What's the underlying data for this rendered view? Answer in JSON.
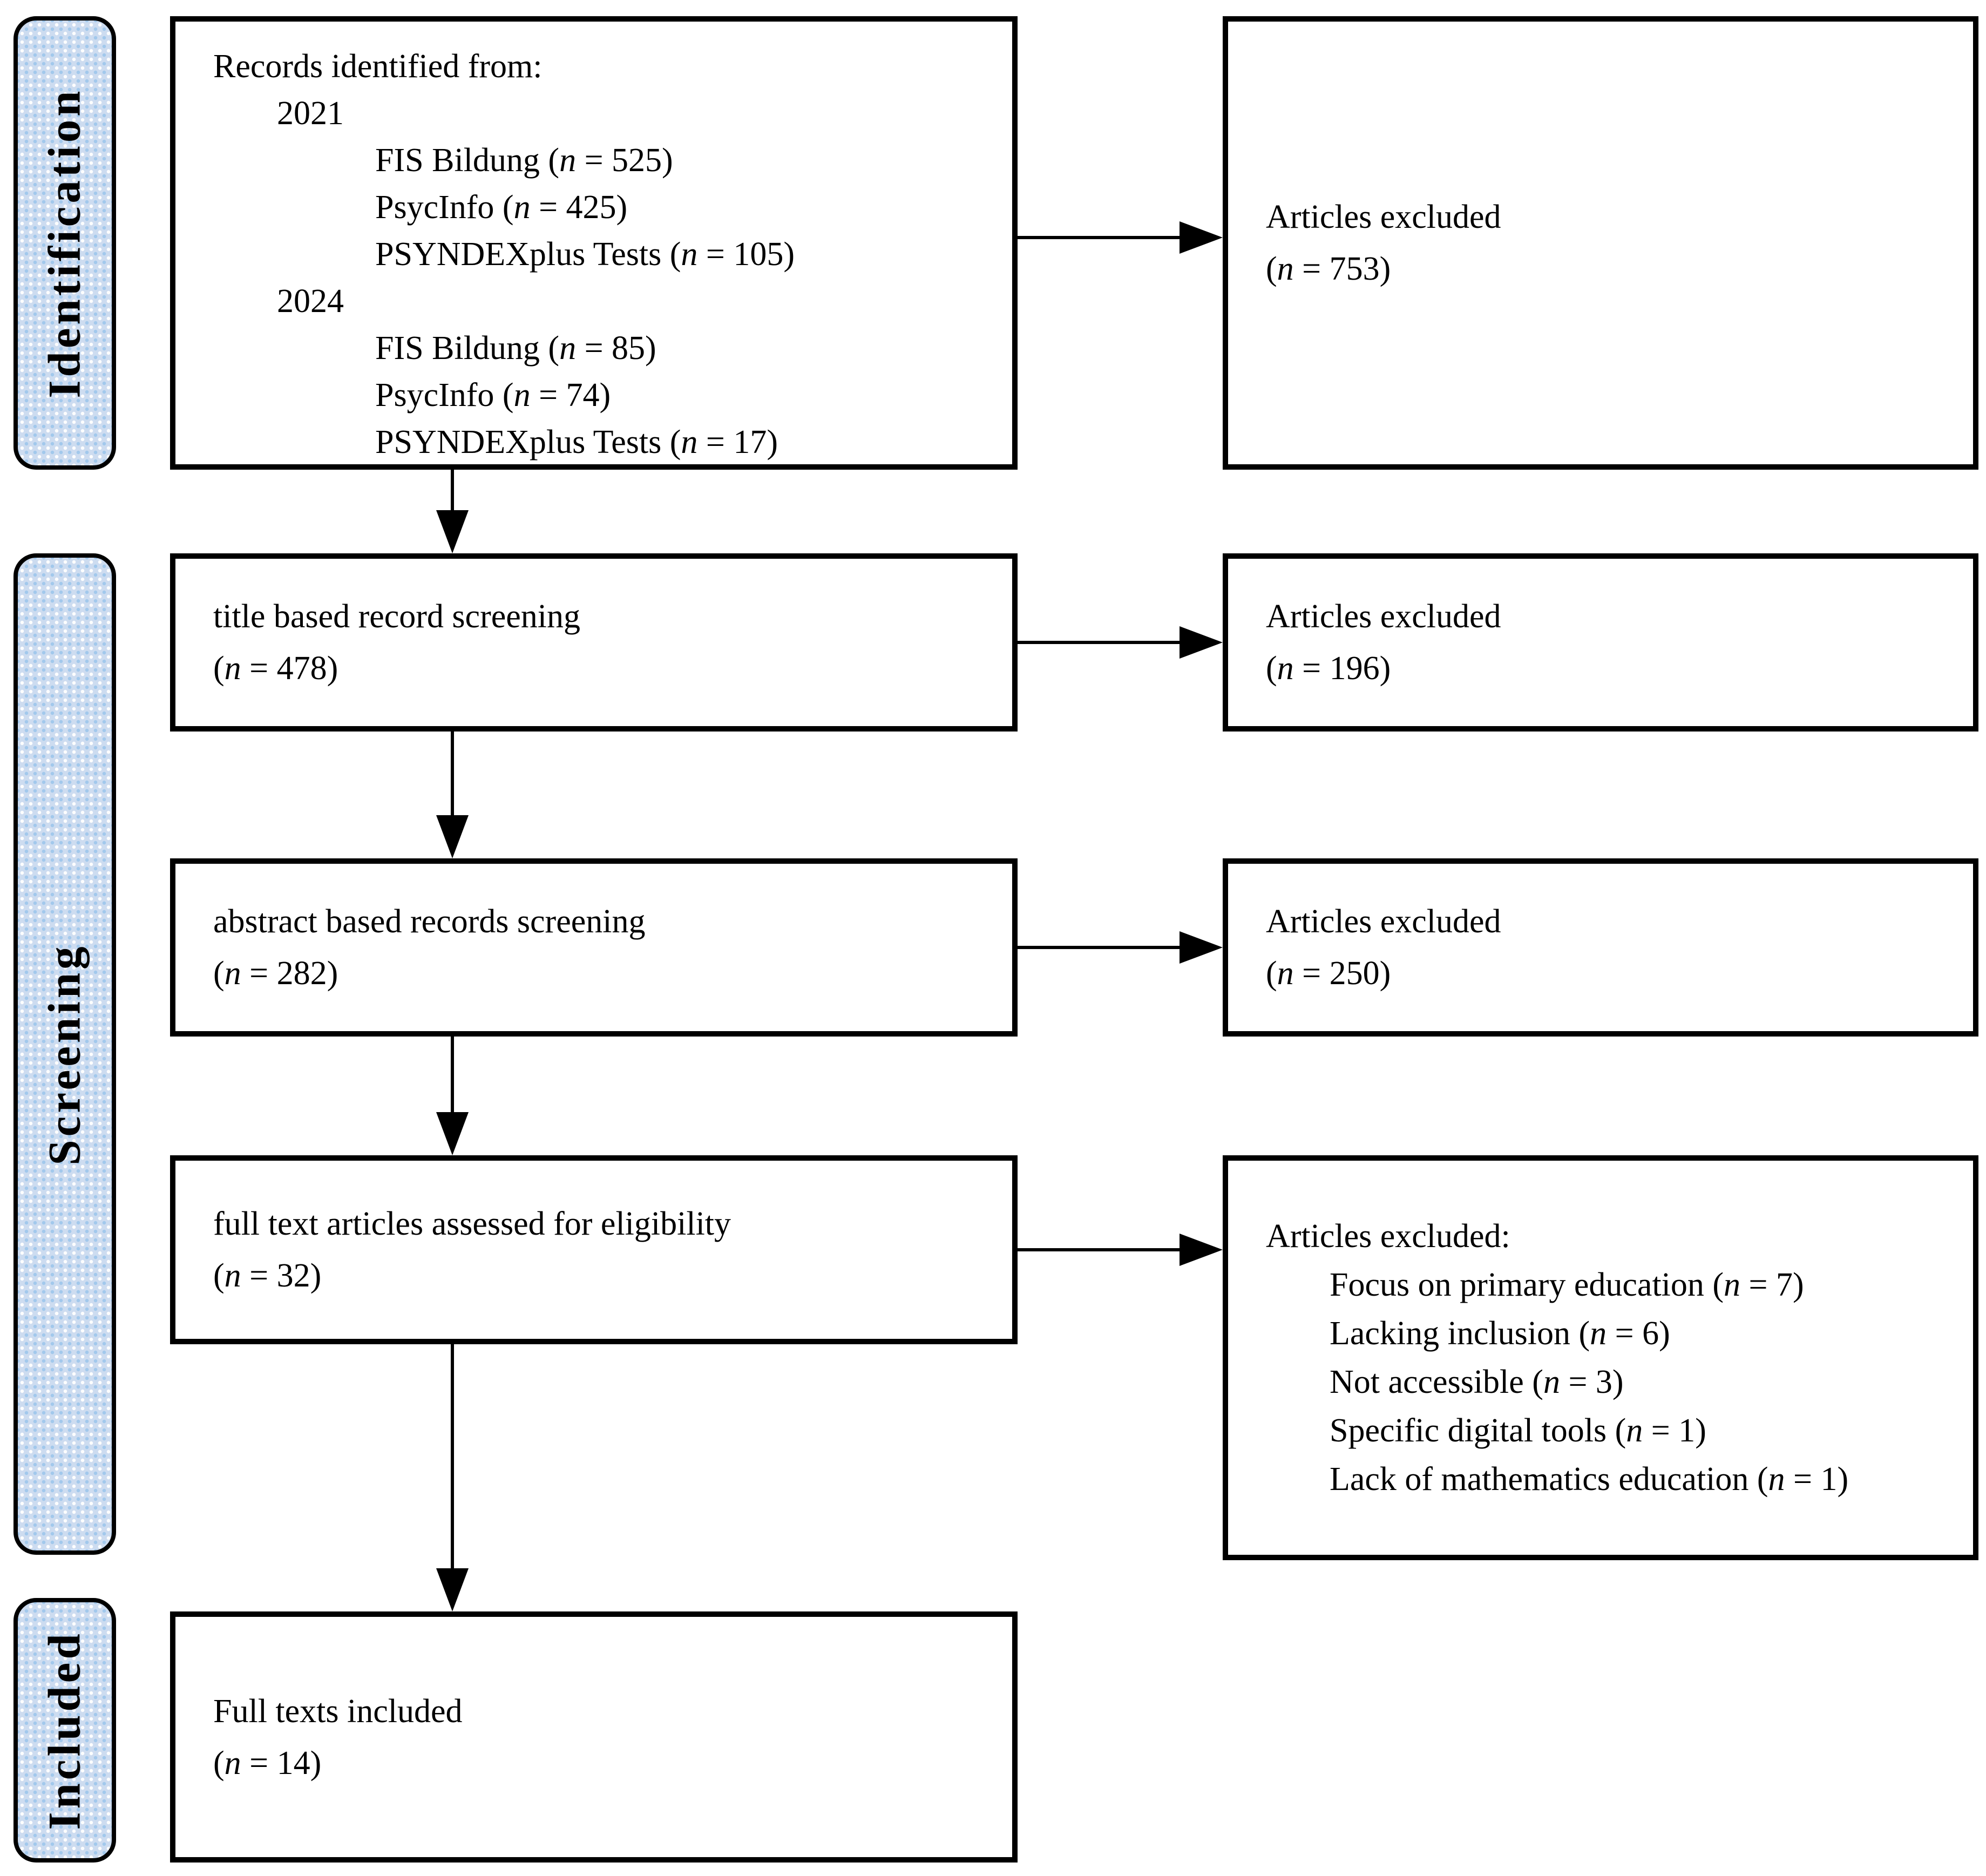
{
  "sidebar": {
    "stages": [
      "Identification",
      "Screening",
      "Included"
    ]
  },
  "colors": {
    "stage_fill": "#cddcf0",
    "stage_border": "#000000",
    "box_border": "#000000",
    "text": "#000000",
    "background": "#ffffff"
  },
  "flow": {
    "boxes": [
      {
        "id": "records-identified",
        "lines": [
          {
            "text": "Records identified from:",
            "indent": 0
          },
          {
            "text": "2021",
            "indent": 1
          },
          {
            "text": "FIS Bildung (n = 525)",
            "indent": 2
          },
          {
            "text": "PsycInfo (n = 425)",
            "indent": 2
          },
          {
            "text": "PSYNDEXplus Tests (n = 105)",
            "indent": 2
          },
          {
            "text": "2024",
            "indent": 1
          },
          {
            "text": "FIS Bildung (n = 85)",
            "indent": 2
          },
          {
            "text": "PsycInfo (n = 74)",
            "indent": 2
          },
          {
            "text": "PSYNDEXplus Tests (n = 17)",
            "indent": 2
          }
        ]
      },
      {
        "id": "title-based-screening",
        "lines": [
          {
            "text": "title based record screening",
            "indent": 0
          },
          {
            "text": "(n = 478)",
            "indent": 0
          }
        ]
      },
      {
        "id": "abstract-based-screening",
        "lines": [
          {
            "text": "abstract based records screening",
            "indent": 0
          },
          {
            "text": "(n = 282)",
            "indent": 0
          }
        ]
      },
      {
        "id": "fulltext-eligibility",
        "lines": [
          {
            "text": "full text articles assessed for eligibility",
            "indent": 0
          },
          {
            "text": "(n = 32)",
            "indent": 0
          }
        ]
      },
      {
        "id": "fulltext-included",
        "lines": [
          {
            "text": "Full texts included",
            "indent": 0
          },
          {
            "text": "(n = 14)",
            "indent": 0
          }
        ]
      }
    ],
    "exclusions": [
      {
        "id": "excluded-identification",
        "lines": [
          {
            "text": "Articles excluded",
            "indent": 0
          },
          {
            "text": "(n = 753)",
            "indent": 0
          }
        ]
      },
      {
        "id": "excluded-title",
        "lines": [
          {
            "text": "Articles excluded",
            "indent": 0
          },
          {
            "text": "(n = 196)",
            "indent": 0
          }
        ]
      },
      {
        "id": "excluded-abstract",
        "lines": [
          {
            "text": "Articles excluded",
            "indent": 0
          },
          {
            "text": "(n = 250)",
            "indent": 0
          }
        ]
      },
      {
        "id": "excluded-fulltext",
        "lines": [
          {
            "text": "Articles excluded:",
            "indent": 0
          },
          {
            "text": "Focus on primary education (n = 7)",
            "indent": 1
          },
          {
            "text": "Lacking inclusion (n = 6)",
            "indent": 1
          },
          {
            "text": "Not accessible (n = 3)",
            "indent": 1
          },
          {
            "text": "Specific digital tools (n = 1)",
            "indent": 1
          },
          {
            "text": "Lack of mathematics education (n = 1)",
            "indent": 1
          }
        ]
      }
    ]
  }
}
